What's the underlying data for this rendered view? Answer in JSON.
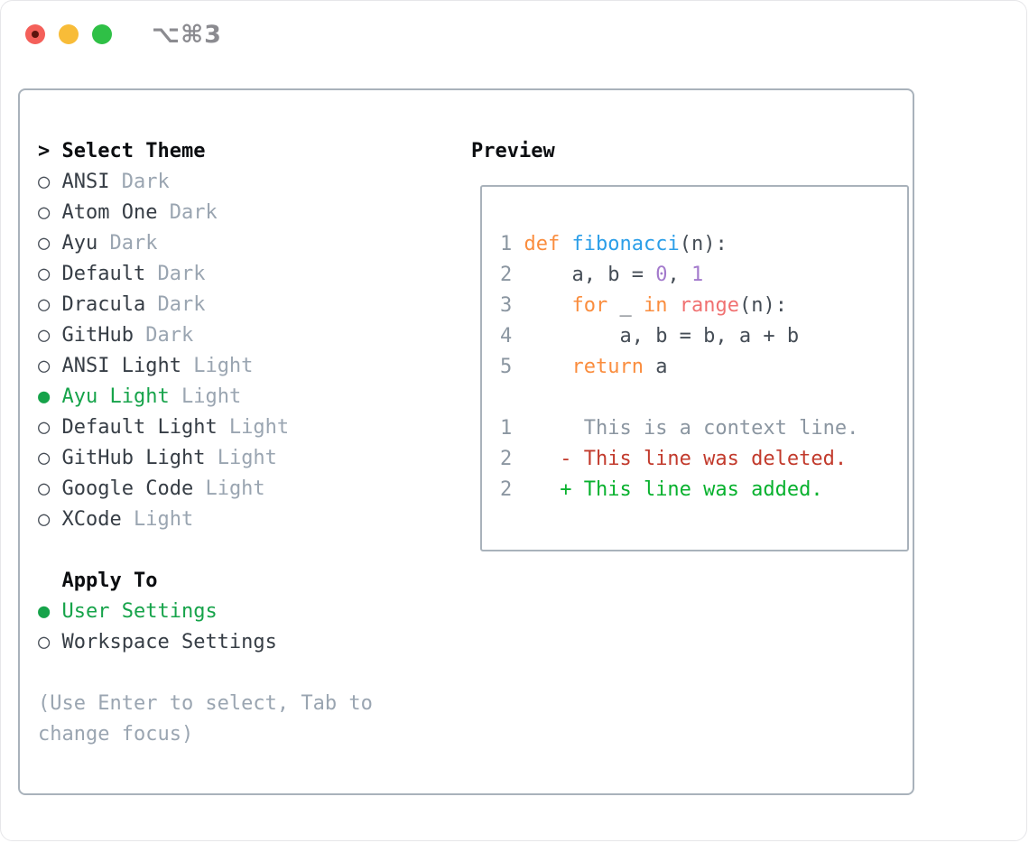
{
  "window": {
    "title": "⌥⌘3"
  },
  "theme_panel": {
    "header_prefix": "> ",
    "header_label": "Select Theme",
    "items": [
      {
        "name": "ANSI",
        "variant": "Dark",
        "selected": false
      },
      {
        "name": "Atom One",
        "variant": "Dark",
        "selected": false
      },
      {
        "name": "Ayu",
        "variant": "Dark",
        "selected": false
      },
      {
        "name": "Default",
        "variant": "Dark",
        "selected": false
      },
      {
        "name": "Dracula",
        "variant": "Dark",
        "selected": false
      },
      {
        "name": "GitHub",
        "variant": "Dark",
        "selected": false
      },
      {
        "name": "ANSI Light",
        "variant": "Light",
        "selected": false
      },
      {
        "name": "Ayu Light",
        "variant": "Light",
        "selected": true
      },
      {
        "name": "Default Light",
        "variant": "Light",
        "selected": false
      },
      {
        "name": "GitHub Light",
        "variant": "Light",
        "selected": false
      },
      {
        "name": "Google Code",
        "variant": "Light",
        "selected": false
      },
      {
        "name": "XCode",
        "variant": "Light",
        "selected": false
      }
    ],
    "apply_to": {
      "label": "Apply To",
      "options": [
        {
          "name": "User Settings",
          "selected": true
        },
        {
          "name": "Workspace Settings",
          "selected": false
        }
      ]
    },
    "hint": "(Use Enter to select, Tab to change focus)"
  },
  "preview": {
    "label": "Preview",
    "code_lines": [
      {
        "num": "1",
        "segments": [
          {
            "text": " ",
            "color": "fg"
          },
          {
            "text": "def",
            "color": "keyword"
          },
          {
            "text": " ",
            "color": "fg"
          },
          {
            "text": "fibonacci",
            "color": "function"
          },
          {
            "text": "(n):",
            "color": "fg"
          }
        ]
      },
      {
        "num": "2",
        "segments": [
          {
            "text": "     a, b = ",
            "color": "fg"
          },
          {
            "text": "0",
            "color": "number"
          },
          {
            "text": ", ",
            "color": "fg"
          },
          {
            "text": "1",
            "color": "number"
          }
        ]
      },
      {
        "num": "3",
        "segments": [
          {
            "text": "     ",
            "color": "fg"
          },
          {
            "text": "for",
            "color": "keyword"
          },
          {
            "text": " _ ",
            "color": "fg"
          },
          {
            "text": "in",
            "color": "keyword"
          },
          {
            "text": " ",
            "color": "fg"
          },
          {
            "text": "range",
            "color": "builtin"
          },
          {
            "text": "(n):",
            "color": "fg"
          }
        ]
      },
      {
        "num": "4",
        "segments": [
          {
            "text": "         a, b = b, a + b",
            "color": "fg"
          }
        ]
      },
      {
        "num": "5",
        "segments": [
          {
            "text": "     ",
            "color": "fg"
          },
          {
            "text": "return",
            "color": "keyword"
          },
          {
            "text": " a",
            "color": "fg"
          }
        ]
      }
    ],
    "diff_lines": [
      {
        "num": "1",
        "text": "      This is a context line.",
        "color": "context"
      },
      {
        "num": "2",
        "text": "    - This line was deleted.",
        "color": "deleted"
      },
      {
        "num": "2",
        "text": "    + This line was added.",
        "color": "added"
      }
    ]
  },
  "colors": {
    "accent_green": "#16a34a",
    "muted": "#9aa5b1",
    "list_fg": "#363d45",
    "heading": "#0b0d10",
    "border": "#a9b2bb",
    "keyword": "#fa8d3e",
    "function": "#2b9ee8",
    "number": "#a37acc",
    "builtin": "#f07171",
    "fg": "#454d56",
    "lineno": "#8b96a1",
    "context": "#8b96a1",
    "deleted": "#c23a2c",
    "added": "#08b12e",
    "title_gray": "#8b8b90",
    "traffic_red": "#f4605a",
    "traffic_yellow": "#f8bc38",
    "traffic_green": "#2fc046"
  }
}
